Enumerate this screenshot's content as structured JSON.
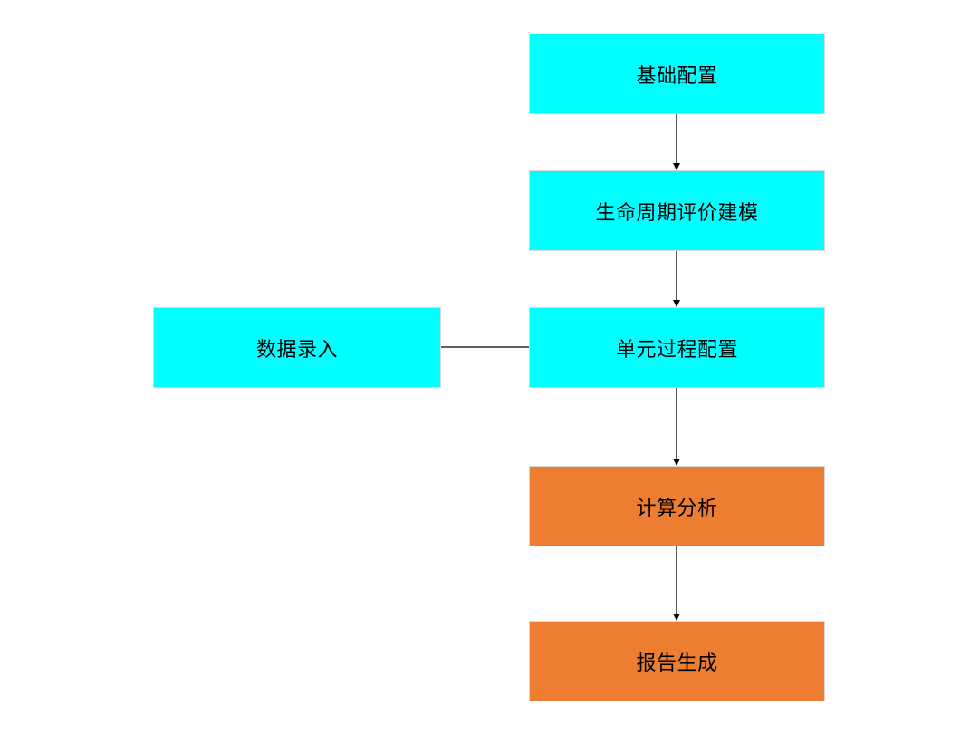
{
  "colors": {
    "process_fill": "#00ffff",
    "output_fill": "#ed7d31",
    "connector": "#000000"
  },
  "nodes": {
    "basic_config": {
      "label": "基础配置",
      "kind": "process"
    },
    "lca_modeling": {
      "label": "生命周期评价建模",
      "kind": "process"
    },
    "unit_process_config": {
      "label": "单元过程配置",
      "kind": "process"
    },
    "data_entry": {
      "label": "数据录入",
      "kind": "process"
    },
    "calculation_analysis": {
      "label": "计算分析",
      "kind": "output"
    },
    "report_generation": {
      "label": "报告生成",
      "kind": "output"
    }
  },
  "edges": [
    {
      "from": "basic_config",
      "to": "lca_modeling",
      "arrow": true
    },
    {
      "from": "lca_modeling",
      "to": "unit_process_config",
      "arrow": true
    },
    {
      "from": "data_entry",
      "to": "unit_process_config",
      "arrow": false
    },
    {
      "from": "unit_process_config",
      "to": "calculation_analysis",
      "arrow": true
    },
    {
      "from": "calculation_analysis",
      "to": "report_generation",
      "arrow": true
    }
  ]
}
